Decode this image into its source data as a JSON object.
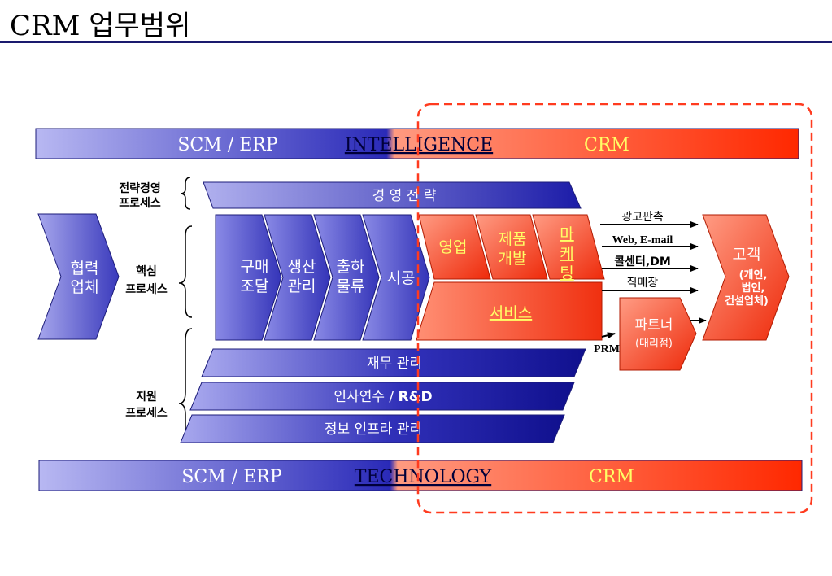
{
  "title": "CRM  업무범위",
  "top_band": {
    "left": "SCM / ERP",
    "center": "INTELLIGENCE",
    "right": "CRM"
  },
  "bottom_band": {
    "left": "SCM / ERP",
    "center": "TECHNOLOGY",
    "right": "CRM"
  },
  "process_labels": {
    "strategy": [
      "전략경영",
      "프로세스"
    ],
    "core": [
      "핵심",
      "프로세스"
    ],
    "support": [
      "지원",
      "프로세스"
    ]
  },
  "partner_company": [
    "협력",
    "업체"
  ],
  "management_strategy": "경 영 전 략",
  "core_steps": [
    {
      "lines": [
        "구매",
        "조달"
      ]
    },
    {
      "lines": [
        "생산",
        "관리"
      ]
    },
    {
      "lines": [
        "출하",
        "물류"
      ]
    },
    {
      "lines": [
        "시공"
      ]
    }
  ],
  "crm_steps": {
    "sales": "영업",
    "product_dev": [
      "제품",
      "개발"
    ],
    "marketing": [
      "마",
      "케",
      "팅"
    ],
    "service": "서비스"
  },
  "support_rows": {
    "finance": "재무 관리",
    "hr_rd": {
      "text": "인사연수 / ",
      "bold": "R&D"
    },
    "infra": "정보 인프라 관리"
  },
  "channels": [
    "광고판촉",
    "Web, E-mail",
    "콜센터,DM",
    "직매장"
  ],
  "partner": {
    "title": "파트너",
    "subtitle": "(대리점)"
  },
  "prm": "PRM",
  "customer": {
    "title": "고객",
    "lines": [
      "(개인,",
      "법인,",
      "건설업체)"
    ]
  },
  "colors": {
    "band_blue_light": "#b4b4f0",
    "band_blue_dark": "#2323b4",
    "band_red_light": "#ff8c70",
    "band_red_dark": "#ff2a00",
    "dashed_border": "#ff3b1f",
    "title_rule": "#1a1a6e"
  }
}
